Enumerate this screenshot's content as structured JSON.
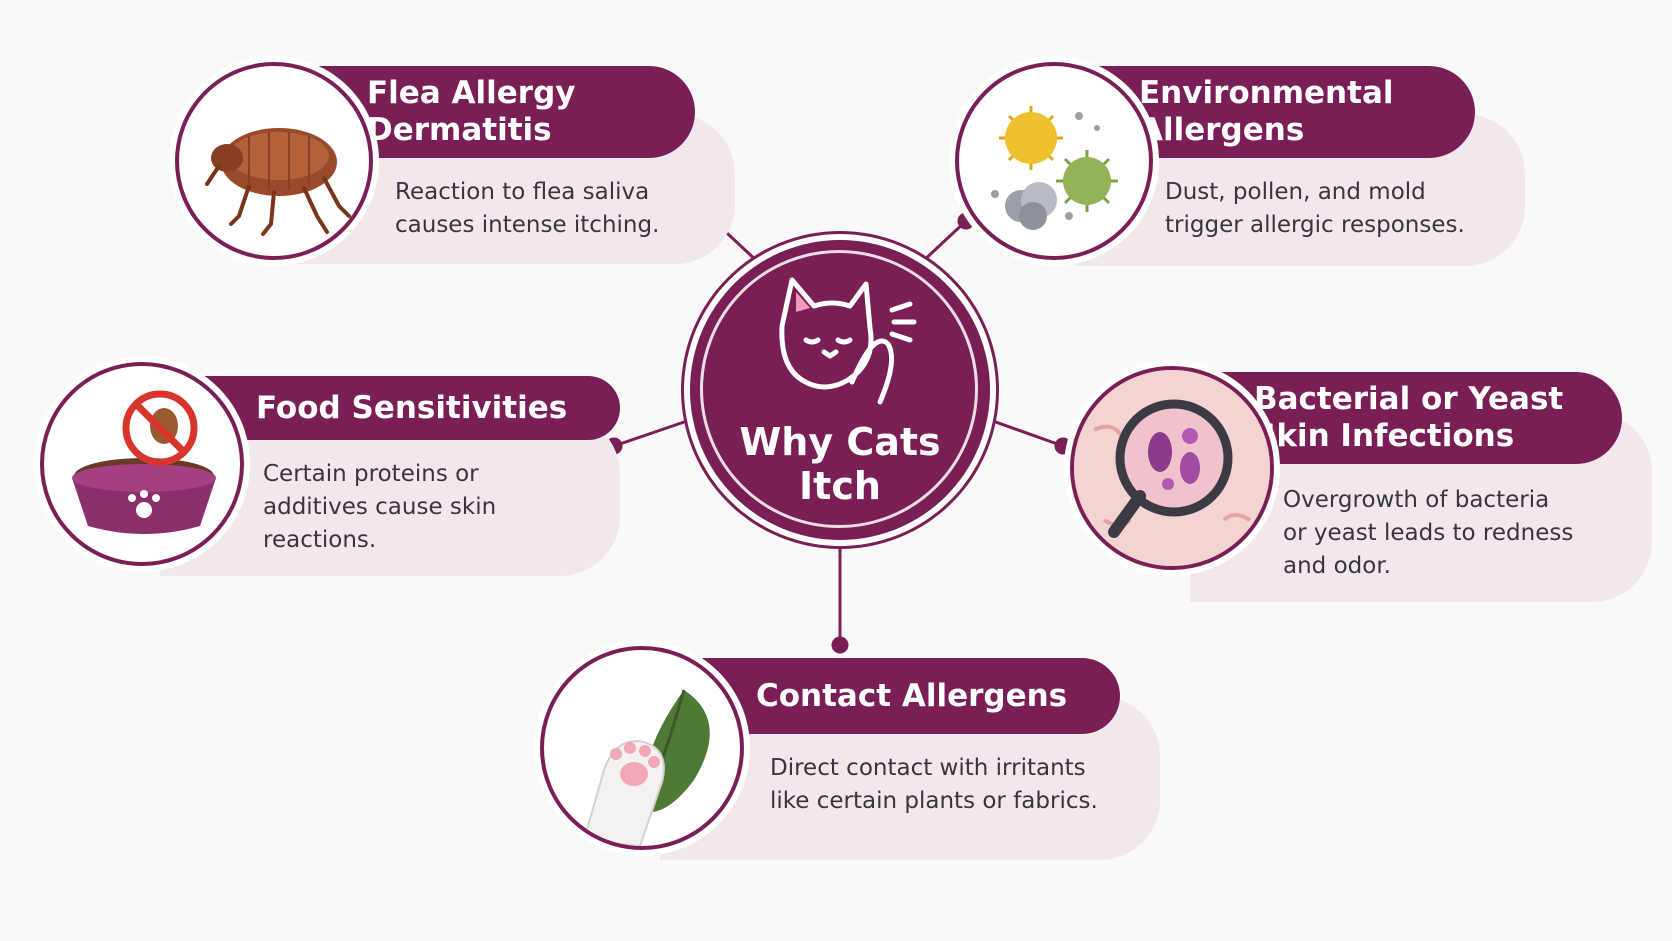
{
  "center": {
    "title": "Why Cats\nItch",
    "icon": "scratching-cat-icon"
  },
  "theme": {
    "primary": "#7a1f55",
    "card_background": "#f1e8ed",
    "text": "#3a3340",
    "page_background": "#faf8f9"
  },
  "causes": [
    {
      "title": "Flea Allergy\nDermatitis",
      "description": "Reaction to flea saliva\ncauses intense itching.",
      "icon": "flea-icon"
    },
    {
      "title": "Environmental\nAllergens",
      "description": "Dust, pollen, and mold\ntrigger allergic responses.",
      "icon": "pollen-dust-icon"
    },
    {
      "title": "Food Sensitivities",
      "description": "Certain proteins or\nadditives cause skin\nreactions.",
      "icon": "food-bowl-icon"
    },
    {
      "title": "Bacterial or Yeast\nSkin Infections",
      "description": "Overgrowth of bacteria\nor yeast leads to redness\nand odor.",
      "icon": "magnifier-microbes-icon"
    },
    {
      "title": "Contact Allergens",
      "description": "Direct contact with irritants\nlike certain plants or fabrics.",
      "icon": "paw-leaf-icon"
    }
  ]
}
